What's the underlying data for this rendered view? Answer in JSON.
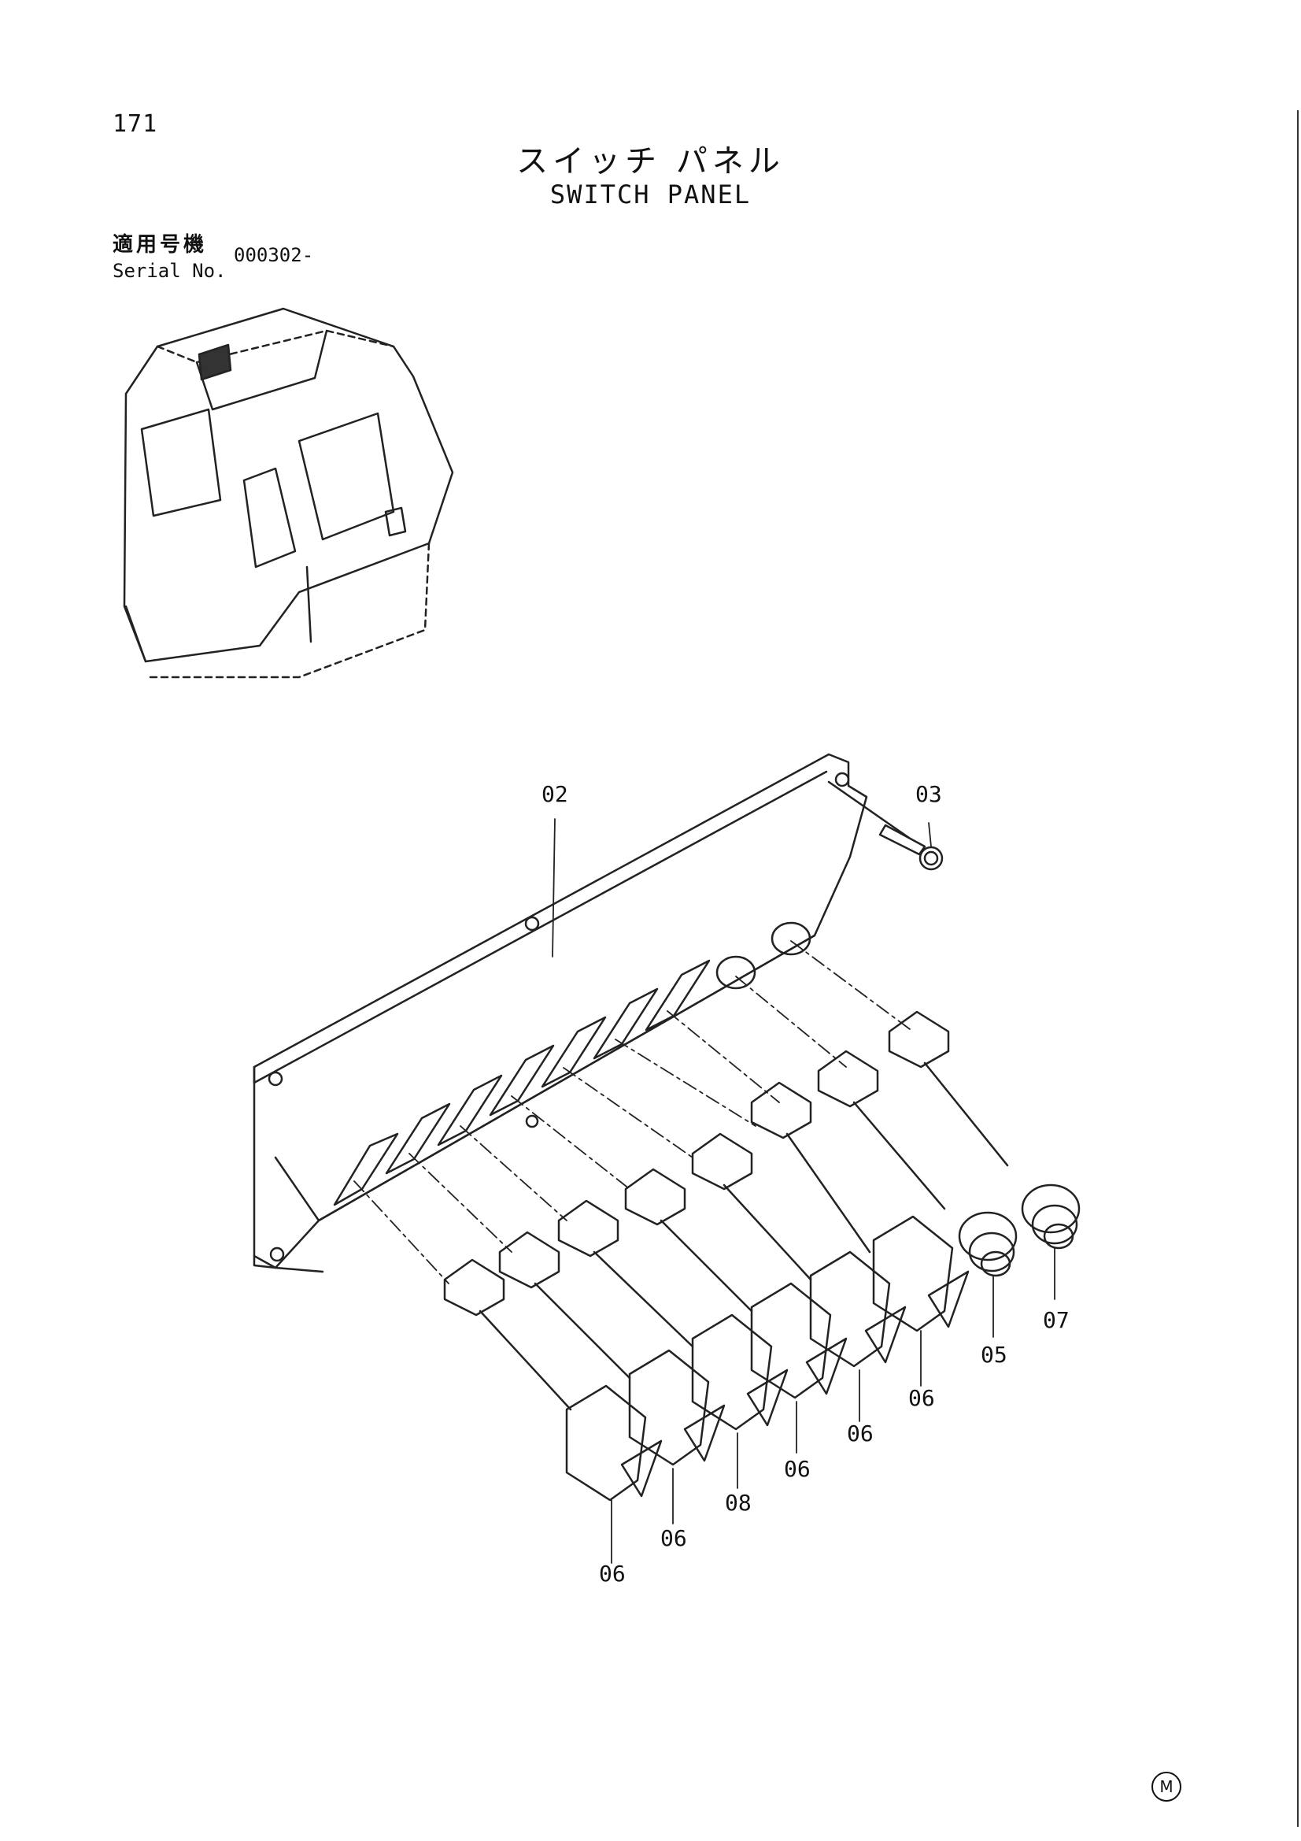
{
  "page_number": "171",
  "title_jp": "スイッチ パネル",
  "title_en": "SWITCH PANEL",
  "serial": {
    "label_jp": "適用号機",
    "label_en": "Serial No.",
    "value": "000302-"
  },
  "callouts": [
    {
      "id": "c02",
      "text": "02"
    },
    {
      "id": "c03",
      "text": "03"
    },
    {
      "id": "c05",
      "text": "05"
    },
    {
      "id": "c06a",
      "text": "06"
    },
    {
      "id": "c06b",
      "text": "06"
    },
    {
      "id": "c06c",
      "text": "06"
    },
    {
      "id": "c06d",
      "text": "06"
    },
    {
      "id": "c06e",
      "text": "06"
    },
    {
      "id": "c07",
      "text": "07"
    },
    {
      "id": "c08",
      "text": "08"
    }
  ],
  "marker": "M"
}
